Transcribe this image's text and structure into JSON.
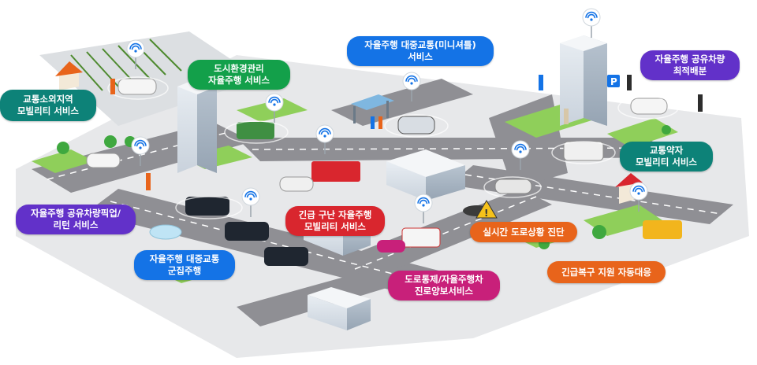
{
  "colors": {
    "teal": "#0d8278",
    "green": "#13a04a",
    "blue": "#1473e6",
    "purple": "#6231c9",
    "red": "#d9262e",
    "orange": "#e8641b",
    "magenta": "#c8207a",
    "road": "#8f8f94",
    "grass": "#8fcf5a",
    "sidewalk": "#d6d7d9"
  },
  "callouts": {
    "rural": {
      "text": "교통소외지역\n모빌리티 서비스",
      "color": "#0d8278",
      "icon": "farm-house"
    },
    "city_env": {
      "text": "도시환경관리\n자율주행 서비스",
      "color": "#13a04a",
      "icon": "garbage-truck"
    },
    "shuttle": {
      "text": "자율주행 대중교통(미니셔틀)\n서비스",
      "color": "#1473e6",
      "icon": "mini-shuttle"
    },
    "share_dist": {
      "text": "자율주행 공유차량\n최적배분",
      "color": "#6231c9",
      "icon": "shared-car"
    },
    "mobility_weak": {
      "text": "교통약자\n모빌리티 서비스",
      "color": "#0d8278",
      "icon": "wheelchair-van"
    },
    "pickup": {
      "text": "자율주행 공유차량픽업/\n리턴 서비스",
      "color": "#6231c9",
      "icon": "pickup-car"
    },
    "emergency": {
      "text": "긴급 구난 자율주행\n모빌리티 서비스",
      "color": "#d9262e",
      "icon": "fire-truck"
    },
    "realtime": {
      "text": "실시간 도로상황 진단",
      "color": "#e8641b",
      "icon": "warning-icon"
    },
    "platoon": {
      "text": "자율주행 대중교통\n군집주행",
      "color": "#1473e6",
      "icon": "bus-platoon"
    },
    "yield": {
      "text": "도로통제/자율주행차\n진로양보서비스",
      "color": "#c8207a",
      "icon": "ambulance"
    },
    "recovery": {
      "text": "긴급복구 지원 자동대응",
      "color": "#e8641b",
      "icon": "recovery-truck"
    }
  }
}
